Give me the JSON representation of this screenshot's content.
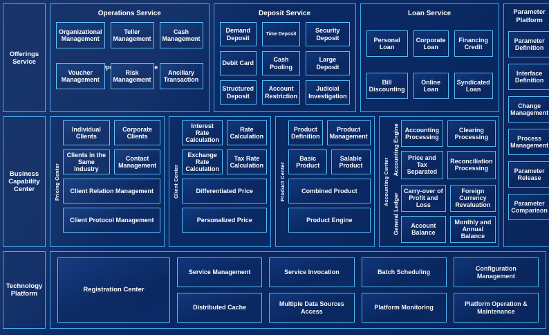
{
  "colors": {
    "background": "#0b2a63",
    "panel_border": "#3fa9f5",
    "leaf_border": "#58c0fb",
    "text": "#ffffff"
  },
  "rows": {
    "offerings": {
      "spine_label": "Offerings Service",
      "panels": [
        {
          "title": "Operations Service",
          "ghost_title": "Operations Service",
          "items": [
            "Organizational Management",
            "Teller Management",
            "Cash Management",
            "Voucher Management",
            "Risk Management",
            "Ancillary Transaction"
          ]
        },
        {
          "title": "Deposit Service",
          "items": [
            "Demand Deposit",
            "Time Deposit",
            "Security Deposit",
            "Debit Card",
            "Cash Pooling",
            "Large Deposit",
            "Structured Deposit",
            "Account Restriction",
            "Judicial Investigation"
          ]
        },
        {
          "title": "Loan Service",
          "items": [
            "Personal Loan",
            "Corporate Loan",
            "Financing Credit",
            "Bill Discounting",
            "Online Loan",
            "Syndicated Loan"
          ]
        }
      ]
    },
    "business": {
      "spine_label": "Business Capability Center",
      "columns": [
        {
          "vlabel": "Pricing Center",
          "pairs": [
            [
              "Individual Clients",
              "Corporate Clients"
            ],
            [
              "Clients in the Same Industry",
              "Contact Management"
            ]
          ],
          "wide": [
            "Client Relation Management",
            "Client Protocol Management"
          ]
        },
        {
          "vlabel": "Client Center",
          "pairs": [
            [
              "Interest Rate Calculation",
              "Rate Calculation"
            ],
            [
              "Exchange Rate Calculation",
              "Tax Rate Calculation"
            ]
          ],
          "wide": [
            "Differentiated Price",
            "Personalized Price"
          ]
        },
        {
          "vlabel": "Product Center",
          "pairs": [
            [
              "Product Definition",
              "Product Management"
            ],
            [
              "Basic Product",
              "Salable Product"
            ]
          ],
          "wide": [
            "Combined Product",
            "Product Engine"
          ]
        }
      ],
      "accounting": {
        "vlabel": "Accounting Center",
        "subgroups": [
          {
            "vlabel": "Accounting Engine",
            "items": [
              "Accounting Processing",
              "Clearing Processing",
              "Price and Tax Separated",
              "Reconciliation Processing"
            ]
          },
          {
            "vlabel": "General  Ledger",
            "items": [
              "Carry-over of Profit and Loss",
              "Foreign Currency Revaluation",
              "Account Balance",
              "Monthly and Annual Balance"
            ]
          }
        ]
      }
    },
    "technology": {
      "spine_label": "Technology Platform",
      "registration": "Registration Center",
      "items": [
        "Service Management",
        "Service Invocation",
        "Batch Scheduling",
        "Configuration Management",
        "Distributed Cache",
        "Multiple Data Sources Access",
        "Platform Monitoring",
        "Platform Operation & Maintenance"
      ]
    }
  },
  "parameter_platform": {
    "title": "Parameter Platform",
    "items": [
      "Parameter Definition",
      "Interface Definition",
      "Change Management",
      "Process Management",
      "Parameter Release",
      "Parameter Comparison"
    ]
  }
}
